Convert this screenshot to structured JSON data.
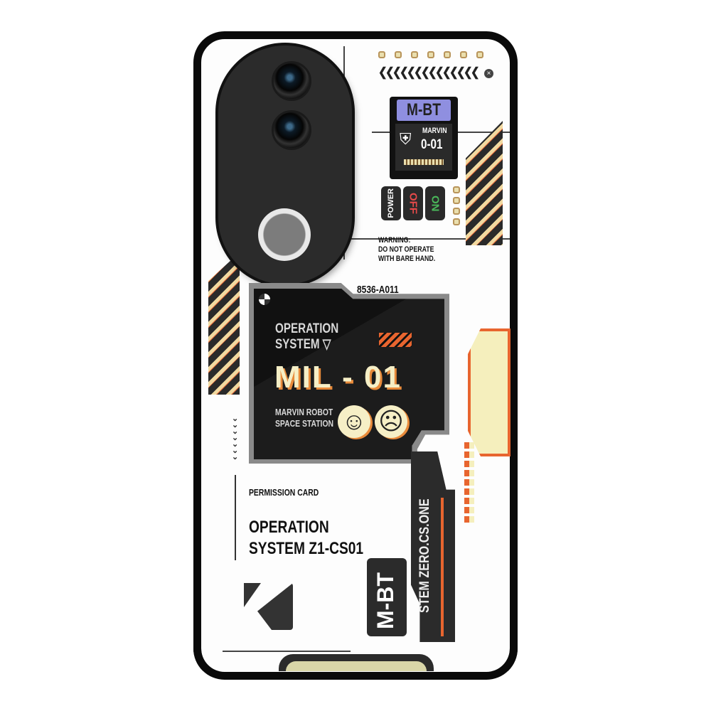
{
  "top_module": {
    "label": "M-BT",
    "name": "MARVIN",
    "code": "0-01"
  },
  "switches": {
    "power": "POWER",
    "off": "OFF",
    "on": "ON"
  },
  "warning": [
    "WARNING:",
    "DO NOT OPERATE",
    "WITH BARE HAND."
  ],
  "panel": {
    "serial": "8536-A011",
    "system_line1": "OPERATION",
    "system_line2": "SYSTEM",
    "model": "MIL - 01",
    "station_line1": "MARVIN ROBOT",
    "station_line2": "SPACE STATION"
  },
  "permission": {
    "title": "PERMISSION CARD",
    "line1": "OPERATION",
    "line2": "SYSTEM Z1-CS01"
  },
  "vertical_tag": "M-BT",
  "vertical_system": "STEM ZERO.CS.ONE",
  "colors": {
    "accent_orange": "#e8652f",
    "cream": "#f6efc6",
    "lavender": "#8f8fe0",
    "dark": "#2b2b2b"
  }
}
